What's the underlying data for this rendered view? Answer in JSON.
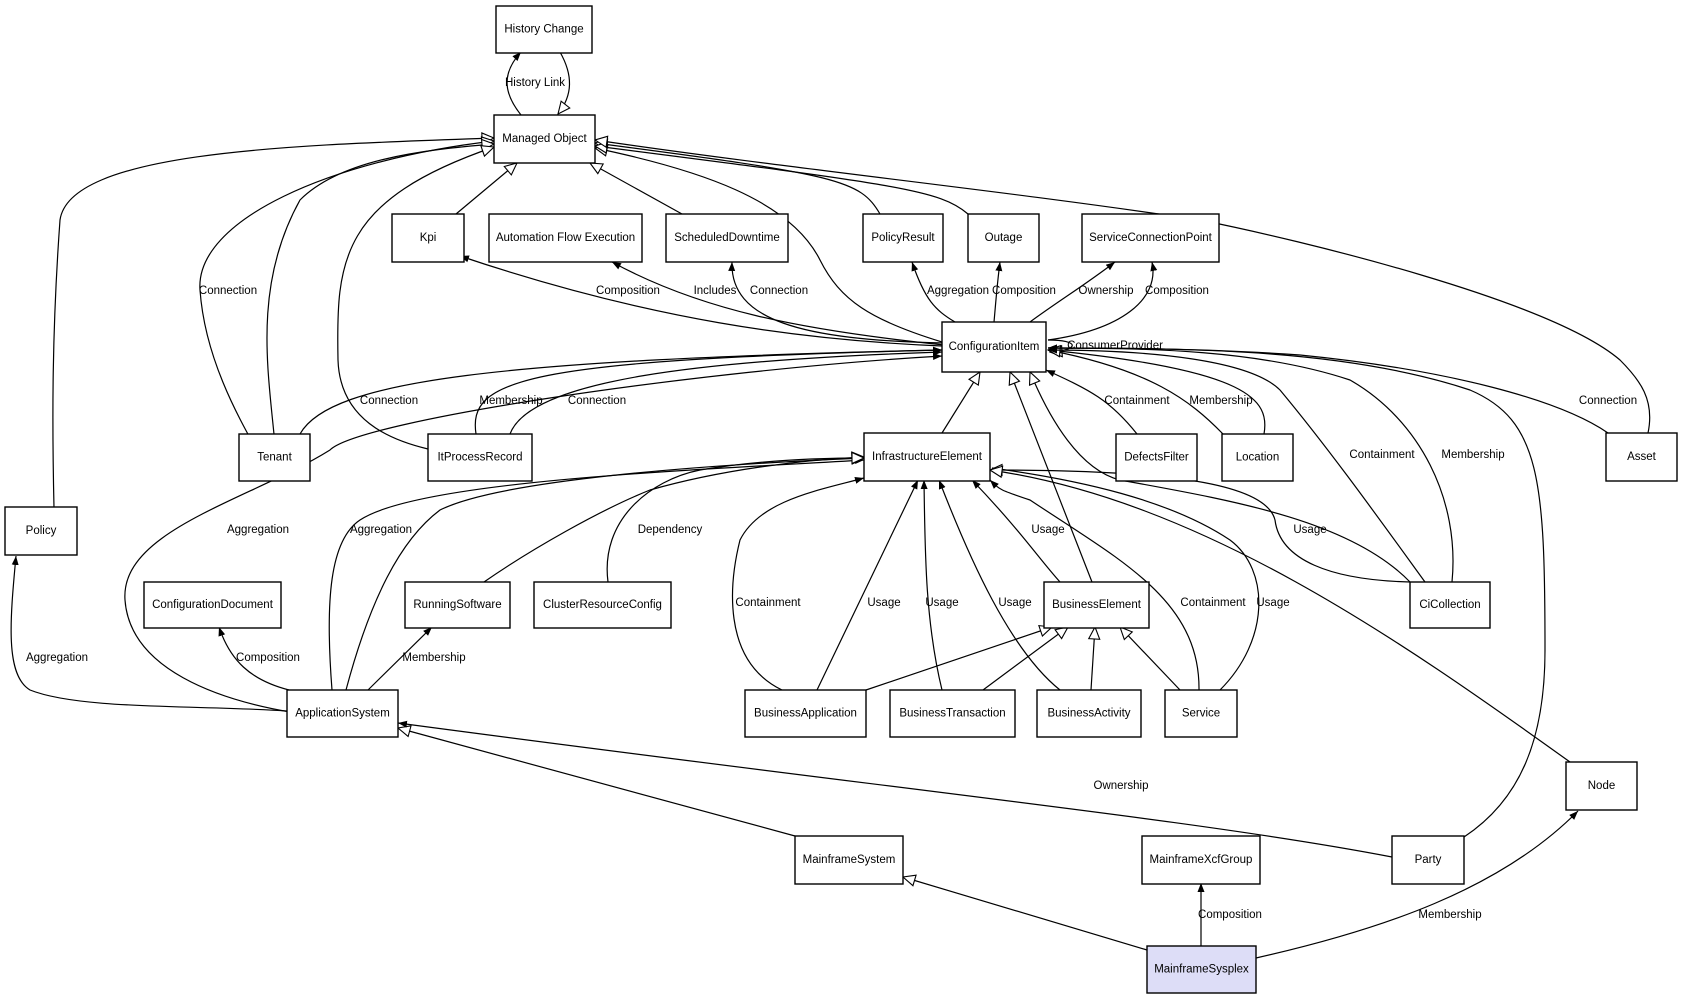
{
  "diagram": {
    "colors": {
      "background": "#ffffff",
      "node_fill": "#ffffff",
      "highlight_fill": "#ddddf7",
      "stroke": "#000000"
    },
    "nodes": {
      "history_change": "History Change",
      "managed_object": "Managed Object",
      "kpi": "Kpi",
      "automation_flow_execution": "Automation Flow Execution",
      "scheduled_downtime": "ScheduledDowntime",
      "policy_result": "PolicyResult",
      "outage": "Outage",
      "service_connection_point": "ServiceConnectionPoint",
      "configuration_item": "ConfigurationItem",
      "tenant": "Tenant",
      "it_process_record": "ItProcessRecord",
      "infrastructure_element": "InfrastructureElement",
      "defects_filter": "DefectsFilter",
      "location": "Location",
      "asset": "Asset",
      "policy": "Policy",
      "configuration_document": "ConfigurationDocument",
      "running_software": "RunningSoftware",
      "cluster_resource_config": "ClusterResourceConfig",
      "business_element": "BusinessElement",
      "ci_collection": "CiCollection",
      "application_system": "ApplicationSystem",
      "business_application": "BusinessApplication",
      "business_transaction": "BusinessTransaction",
      "business_activity": "BusinessActivity",
      "service": "Service",
      "node": "Node",
      "mainframe_system": "MainframeSystem",
      "mainframe_xcf_group": "MainframeXcfGroup",
      "party": "Party",
      "mainframe_sysplex": "MainframeSysplex"
    },
    "edge_labels": {
      "history_link": "History Link",
      "connection_tenant_mo": "Connection",
      "composition_kpi": "Composition",
      "includes_afe": "Includes",
      "connection_sd": "Connection",
      "aggregation_pr": "Aggregation",
      "composition_outage": "Composition",
      "ownership_scp": "Ownership",
      "composition_scp": "Composition",
      "consumer_provider": "ConsumerProvider",
      "connection_tenant_ci": "Connection",
      "membership_itpr": "Membership",
      "connection_itpr": "Connection",
      "containment_df": "Containment",
      "membership_loc": "Membership",
      "connection_asset": "Connection",
      "aggregation_app_ci": "Aggregation",
      "aggregation_app_ie": "Aggregation",
      "dependency_crc": "Dependency",
      "usage_be": "Usage",
      "usage_cic": "Usage",
      "containment_cic": "Containment",
      "membership_cic": "Membership",
      "aggregation_policy": "Aggregation",
      "composition_cd": "Composition",
      "membership_rs": "Membership",
      "containment_ba": "Containment",
      "usage_ba": "Usage",
      "usage_bt": "Usage",
      "usage_bact": "Usage",
      "containment_svc": "Containment",
      "usage_svc": "Usage",
      "ownership_party": "Ownership",
      "composition_xcf": "Composition",
      "membership_node": "Membership"
    }
  }
}
